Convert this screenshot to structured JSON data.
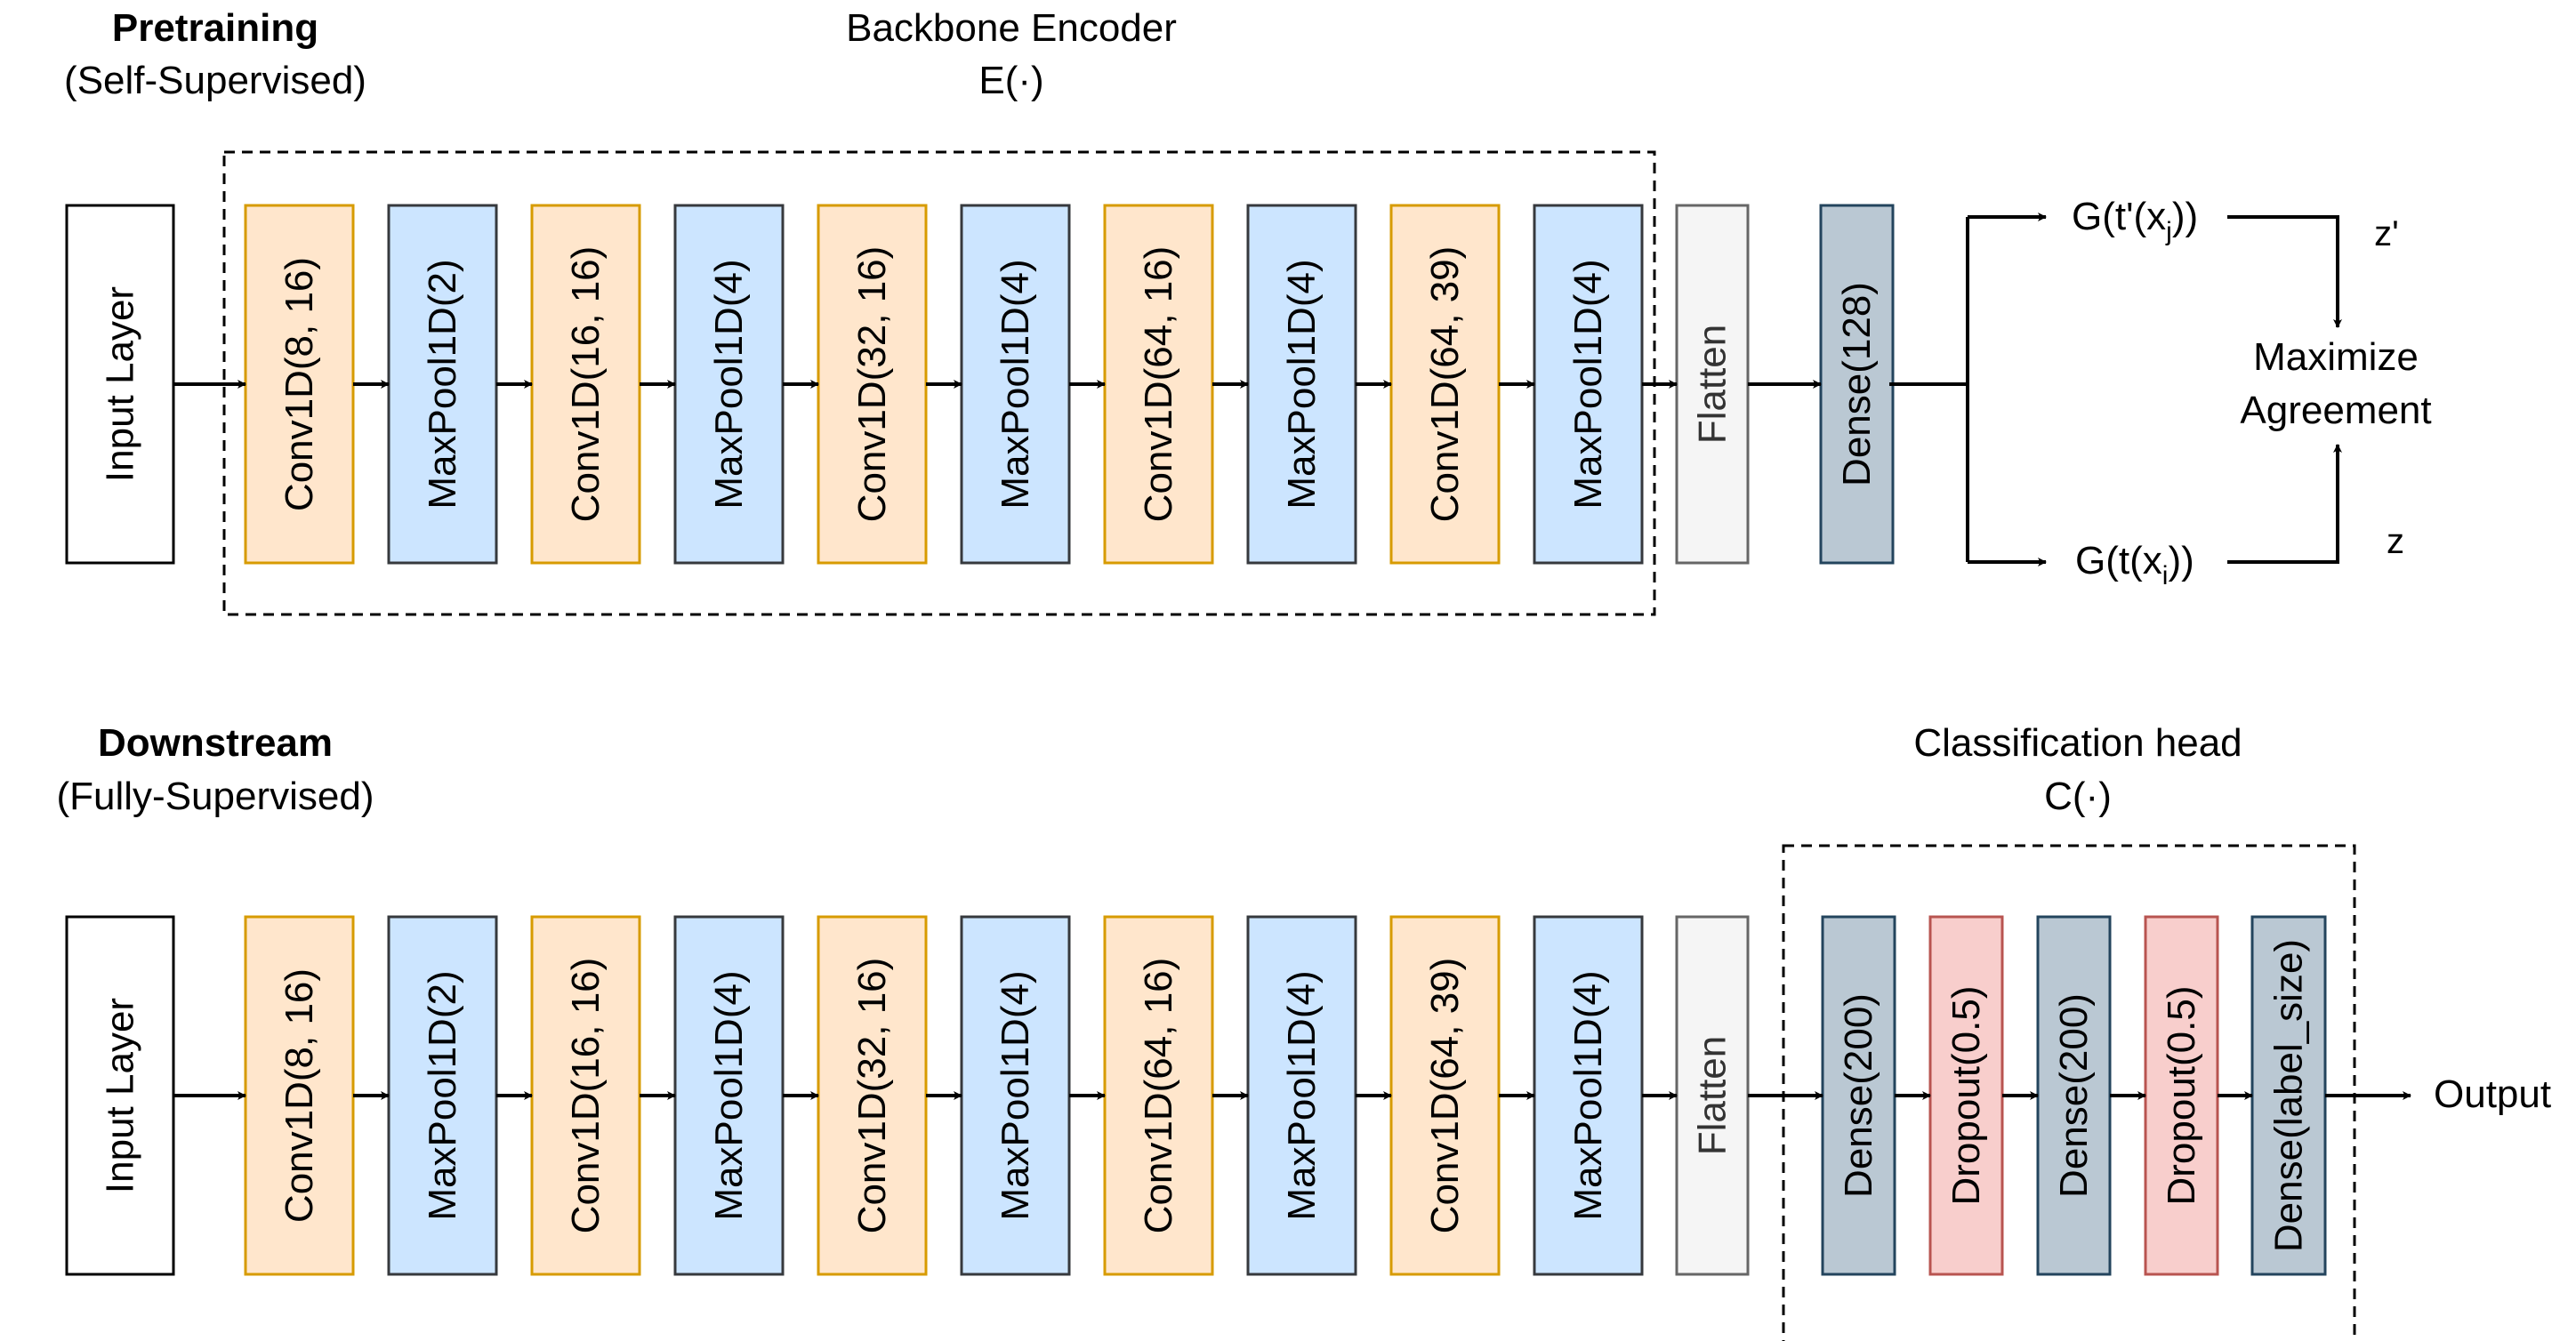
{
  "pretraining": {
    "title": "Pretraining",
    "subtitle": "(Self-Supervised)",
    "encoder_title": "Backbone Encoder",
    "encoder_symbol": "E(·)",
    "layers": [
      {
        "label": "Input Layer",
        "kind": "input"
      },
      {
        "label": "Conv1D(8, 16)",
        "kind": "conv"
      },
      {
        "label": "MaxPool1D(2)",
        "kind": "pool"
      },
      {
        "label": "Conv1D(16, 16)",
        "kind": "conv"
      },
      {
        "label": "MaxPool1D(4)",
        "kind": "pool"
      },
      {
        "label": "Conv1D(32, 16)",
        "kind": "conv"
      },
      {
        "label": "MaxPool1D(4)",
        "kind": "pool"
      },
      {
        "label": "Conv1D(64, 16)",
        "kind": "conv"
      },
      {
        "label": "MaxPool1D(4)",
        "kind": "pool"
      },
      {
        "label": "Conv1D(64, 39)",
        "kind": "conv"
      },
      {
        "label": "MaxPool1D(4)",
        "kind": "pool"
      },
      {
        "label": "Flatten",
        "kind": "flatten"
      },
      {
        "label": "Dense(128)",
        "kind": "dense"
      }
    ],
    "projection_top": {
      "main": "G(t'(x",
      "sub": "j",
      "tail": "))"
    },
    "projection_bottom": {
      "main": "G(t(x",
      "sub": "i",
      "tail": "))"
    },
    "z_prime": "z'",
    "z": "z",
    "objective_line1": "Maximize",
    "objective_line2": "Agreement"
  },
  "downstream": {
    "title": "Downstream",
    "subtitle": "(Fully-Supervised)",
    "head_title": "Classification head",
    "head_symbol": "C(·)",
    "layers": [
      {
        "label": "Input Layer",
        "kind": "input"
      },
      {
        "label": "Conv1D(8, 16)",
        "kind": "conv"
      },
      {
        "label": "MaxPool1D(2)",
        "kind": "pool"
      },
      {
        "label": "Conv1D(16, 16)",
        "kind": "conv"
      },
      {
        "label": "MaxPool1D(4)",
        "kind": "pool"
      },
      {
        "label": "Conv1D(32, 16)",
        "kind": "conv"
      },
      {
        "label": "MaxPool1D(4)",
        "kind": "pool"
      },
      {
        "label": "Conv1D(64, 16)",
        "kind": "conv"
      },
      {
        "label": "MaxPool1D(4)",
        "kind": "pool"
      },
      {
        "label": "Conv1D(64, 39)",
        "kind": "conv"
      },
      {
        "label": "MaxPool1D(4)",
        "kind": "pool"
      },
      {
        "label": "Flatten",
        "kind": "flatten"
      },
      {
        "label": "Dense(200)",
        "kind": "dense"
      },
      {
        "label": "Dropout(0.5)",
        "kind": "dropout"
      },
      {
        "label": "Dense(200)",
        "kind": "dense"
      },
      {
        "label": "Dropout(0.5)",
        "kind": "dropout"
      },
      {
        "label": "Dense(label_size)",
        "kind": "dense"
      }
    ],
    "output_label": "Output"
  },
  "colors": {
    "input": {
      "fill": "#ffffff",
      "stroke": "#000000"
    },
    "conv": {
      "fill": "#ffe6cc",
      "stroke": "#d79b00"
    },
    "pool": {
      "fill": "#cce5ff",
      "stroke": "#36393d"
    },
    "flatten": {
      "fill": "#f5f5f5",
      "stroke": "#666666"
    },
    "dense": {
      "fill": "#bac8d3",
      "stroke": "#23445d"
    },
    "dropout": {
      "fill": "#f8cecc",
      "stroke": "#b85450"
    }
  }
}
